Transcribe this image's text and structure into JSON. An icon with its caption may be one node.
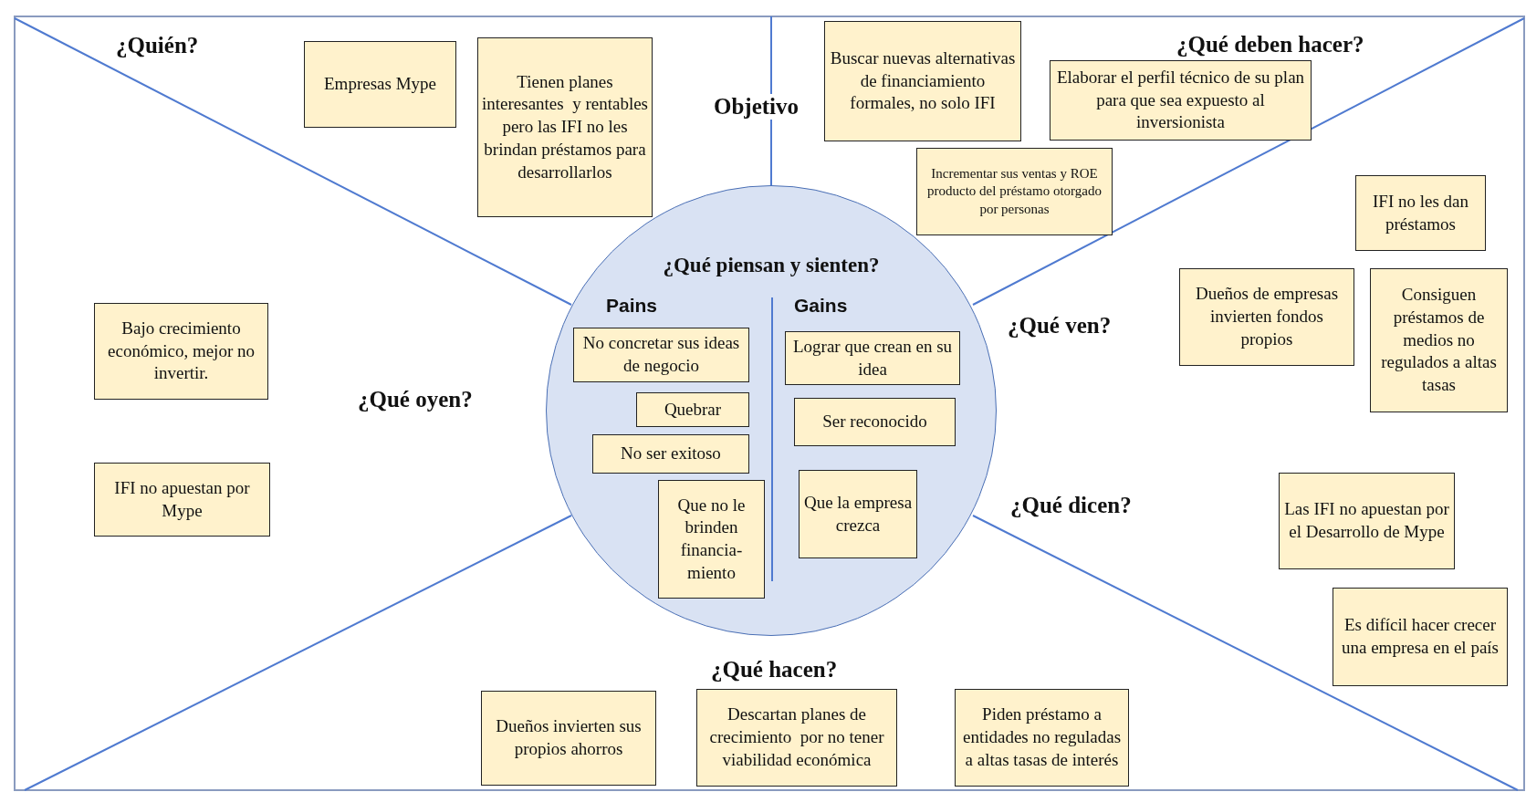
{
  "diagram": {
    "nodes": [
      {
        "text": [
          "Empresas Mype"
        ]
      },
      {
        "text": [
          "Tienen planes interesantes  y rentables pero las IFI no les brindan préstamos para desarrollarlos"
        ]
      },
      {
        "text": [
          "Buscar nuevas alternativas de financiamiento formales, no solo IFI"
        ]
      },
      {
        "text": [
          "Elaborar el perfil técnico de su plan para que sea expuesto al inversionista"
        ]
      },
      {
        "text": [
          "Incrementar sus ventas y ROE producto del préstamo otorgado por personas"
        ]
      },
      {
        "text": [
          "IFI no les dan préstamos"
        ]
      },
      {
        "text": [
          "Dueños de empresas invierten fondos propios"
        ]
      },
      {
        "text": [
          "Consiguen préstamos de medios no regulados a altas tasas"
        ]
      },
      {
        "text": [
          "Bajo crecimiento económico, mejor no invertir."
        ]
      },
      {
        "text": [
          "¿Qué piensan y sienten?"
        ]
      },
      {
        "text": [
          "No concretar sus ideas de negocio"
        ],
        "in": 9
      },
      {
        "text": [
          "Quebrar"
        ],
        "in": 9
      },
      {
        "text": [
          "No ser exitoso"
        ],
        "in": 9
      },
      {
        "text": [
          "Que no le brinden financia- miento"
        ],
        "in": 9
      },
      {
        "text": [
          "Lograr que crean en su idea"
        ],
        "in": 9
      },
      {
        "text": [
          "Ser reconocido"
        ],
        "in": 9
      },
      {
        "text": [
          "Que la empresa crezca"
        ],
        "in": 9
      },
      {
        "text": [
          "IFI no apuestan por Mype"
        ]
      },
      {
        "text": [
          "Las IFI no apuestan por el Desarrollo de Mype"
        ]
      },
      {
        "text": [
          "Es difícil hacer crecer una empresa en el país"
        ]
      },
      {
        "text": [
          "Dueños invierten sus propios ahorros"
        ]
      },
      {
        "text": [
          "Descartan planes de crecimiento  por no tener viabilidad económica"
        ]
      },
      {
        "text": [
          "Piden préstamo a entidades no reguladas a altas tasas de interés"
        ]
      }
    ],
    "labels": [
      "¿Quién?",
      "Objetivo",
      "¿Qué deben hacer?",
      "Pains",
      "Gains",
      "¿Qué ven?",
      "¿Qué oyen?",
      "¿Qué dicen?",
      "¿Qué hacen?"
    ]
  }
}
